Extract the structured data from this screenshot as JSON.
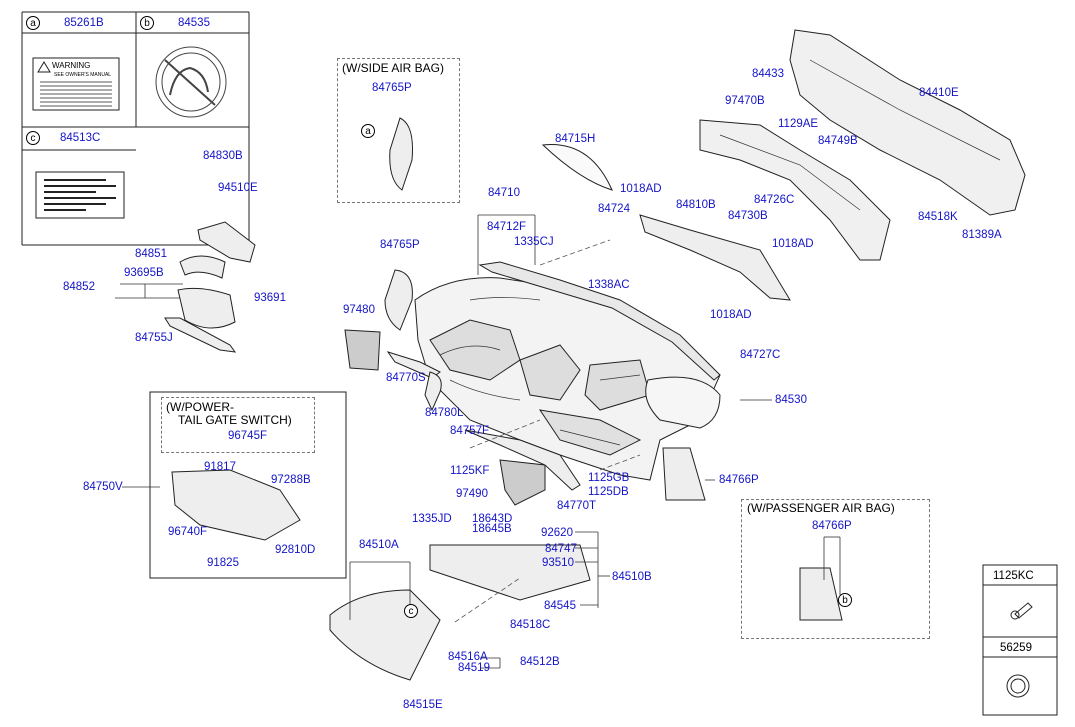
{
  "legend": {
    "a": {
      "letter": "a",
      "code": "85261B"
    },
    "b": {
      "letter": "b",
      "code": "84535"
    },
    "c": {
      "letter": "c",
      "code": "84513C"
    },
    "warning_title": "WARNING",
    "warning_sub": "SEE OWNER'S MANUAL"
  },
  "options": {
    "side_airbag": "(W/SIDE AIR BAG)",
    "power_tailgate_1": "(W/POWER-",
    "power_tailgate_2": "TAIL GATE SWITCH)",
    "passenger_airbag": "(W/PASSENGER AIR BAG)"
  },
  "side_boxes": {
    "screw": "1125KC",
    "clip": "56259"
  },
  "labels": {
    "l84433": "84433",
    "l84410E": "84410E",
    "l97470B": "97470B",
    "l1129AE": "1129AE",
    "l84749B": "84749B",
    "l84518K": "84518K",
    "l81389A": "81389A",
    "l84765P_top": "84765P",
    "l84715H": "84715H",
    "l1018AD_a": "1018AD",
    "l84710": "84710",
    "l84724": "84724",
    "l84810B": "84810B",
    "l84726C": "84726C",
    "l84730B": "84730B",
    "l1018AD_b": "1018AD",
    "l84712F": "84712F",
    "l1335CJ": "1335CJ",
    "l1338AC": "1338AC",
    "l84830B": "84830B",
    "l94510E": "94510E",
    "l84851": "84851",
    "l93695B": "93695B",
    "l84852": "84852",
    "l93691": "93691",
    "l84755J": "84755J",
    "l84765P": "84765P",
    "l97480": "97480",
    "l84770S": "84770S",
    "l84780L": "84780L",
    "l84757F": "84757F",
    "l1018AD_c": "1018AD",
    "l84727C": "84727C",
    "l84530": "84530",
    "l1125KF": "1125KF",
    "l1125GB": "1125GB",
    "l1125DB": "1125DB",
    "l97490": "97490",
    "l84770T": "84770T",
    "l84766P": "84766P",
    "l84766P_b": "84766P",
    "l96745F": "96745F",
    "l84750V": "84750V",
    "l91817": "91817",
    "l97288B": "97288B",
    "l96740F": "96740F",
    "l91825": "91825",
    "l92810D": "92810D",
    "l1335JD": "1335JD",
    "l18643D": "18643D",
    "l18645B": "18645B",
    "l92620": "92620",
    "l84747": "84747",
    "l93510": "93510",
    "l84510A": "84510A",
    "l84510B": "84510B",
    "l84545": "84545",
    "l84518C": "84518C",
    "l84516A": "84516A",
    "l84519": "84519",
    "l84512B": "84512B",
    "l84515E": "84515E"
  }
}
